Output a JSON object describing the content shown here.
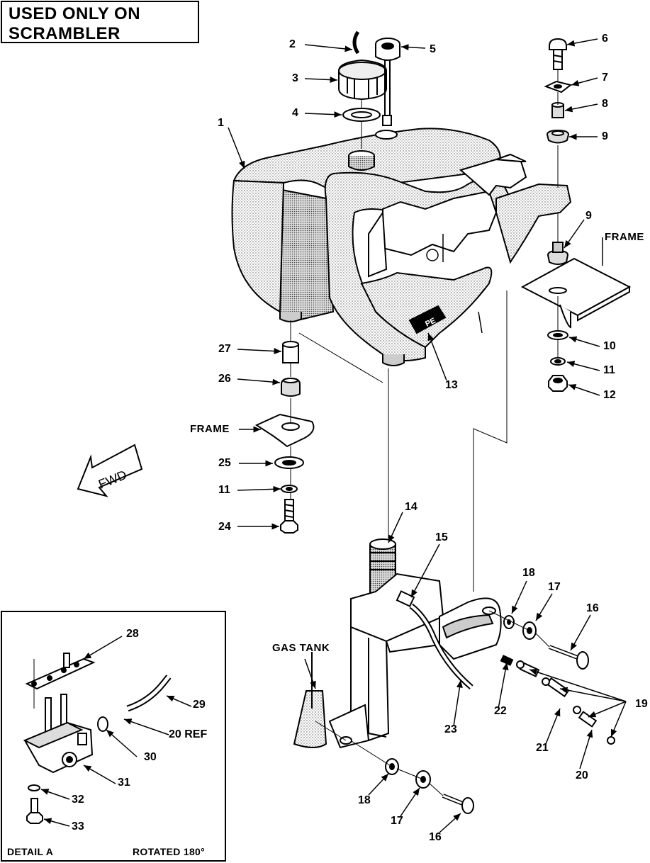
{
  "title": {
    "line1": "USED ONLY ON",
    "line2": "SCRAMBLER"
  },
  "direction_label": "FWD",
  "tank_decal": "PE",
  "labels": {
    "frame": "FRAME",
    "gas_tank": "GAS TANK"
  },
  "detail": {
    "name": "DETAIL A",
    "note": "ROTATED 180°"
  },
  "callouts": {
    "c1": "1",
    "c2": "2",
    "c3": "3",
    "c4": "4",
    "c5": "5",
    "c6": "6",
    "c7": "7",
    "c8": "8",
    "c9a": "9",
    "c9b": "9",
    "c10": "10",
    "c11a": "11",
    "c11b": "11",
    "c12": "12",
    "c13": "13",
    "c14": "14",
    "c15": "15",
    "c16a": "16",
    "c16b": "16",
    "c17a": "17",
    "c17b": "17",
    "c18a": "18",
    "c18b": "18",
    "c19": "19",
    "c20a": "20",
    "c20b": "20 REF",
    "c21": "21",
    "c22": "22",
    "c23": "23",
    "c24": "24",
    "c25": "25",
    "c26": "26",
    "c27": "27",
    "c28": "28",
    "c29": "29",
    "c30": "30",
    "c31": "31",
    "c32": "32",
    "c33": "33"
  }
}
